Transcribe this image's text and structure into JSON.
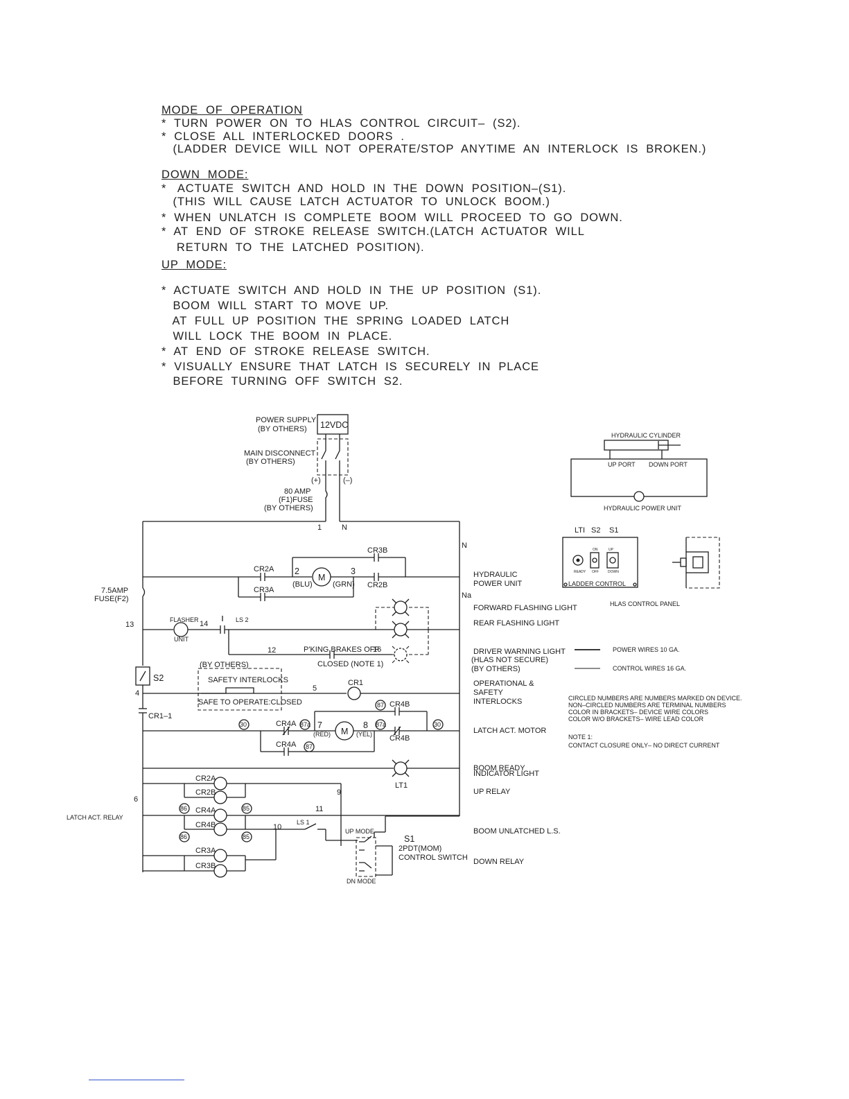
{
  "notes": {
    "lines": [
      "MODE  OF  OPERATION",
      "*  TURN  POWER  ON  TO  HLAS  CONTROL  CIRCUIT–  (S2).",
      "*  CLOSE  ALL  INTERLOCKED  DOORS  .",
      "   (LADDER  DEVICE  WILL  NOT  OPERATE/STOP  ANYTIME  AN  INTERLOCK  IS  BROKEN.)",
      "DOWN  MODE:",
      "*   ACTUATE  SWITCH  AND  HOLD  IN  THE  DOWN  POSITION–(S1).",
      "   (THIS  WILL  CAUSE  LATCH  ACTUATOR  TO  UNLOCK  BOOM.)",
      "*  WHEN  UNLATCH  IS  COMPLETE  BOOM  WILL  PROCEED  TO  GO  DOWN.",
      "*  AT  END  OF  STROKE  RELEASE  SWITCH.(LATCH  ACTUATOR  WILL",
      "    RETURN  TO  THE  LATCHED  POSITION).",
      "UP  MODE:",
      "*  ACTUATE  SWITCH  AND  HOLD  IN  THE  UP  POSITION  (S1).",
      "   BOOM  WILL  START  TO  MOVE  UP.",
      "   AT  FULL  UP  POSITION  THE  SPRING  LOADED  LATCH",
      "   WILL  LOCK  THE  BOOM  IN  PLACE.",
      "*  AT  END  OF  STROKE  RELEASE  SWITCH.",
      "*  VISUALLY  ENSURE  THAT  LATCH  IS  SECURELY  IN  PLACE",
      "   BEFORE  TURNING  OFF  SWITCH  S2."
    ]
  },
  "diagram": {
    "power_supply": "POWER  SUPPLY",
    "by_others": "(BY  OTHERS)",
    "vdc": "12VDC",
    "main_disconnect": "MAIN  DISCONNECT",
    "plus": "(+)",
    "minus": "(–)",
    "amp80": "80  AMP",
    "f1fuse": "(F1)FUSE",
    "node1": "1",
    "nodeN": "N",
    "n_right": "N",
    "na": "Na",
    "fuse75": "7.5AMP",
    "fuse_f2": "FUSE(F2)",
    "n13": "13",
    "n14": "14",
    "flasher": "FLASHER",
    "unit": "UNIT",
    "ls2": "LS  2",
    "n12": "12",
    "pking": "P'KING  BRAKES  OFF",
    "n16": "16",
    "closed_note": "CLOSED  (NOTE  1)",
    "s2": "S2",
    "n4": "4",
    "by_others2": "(BY  OTHERS)",
    "safety_interlocks": "SAFETY  INTERLOCKS",
    "safe_to_operate": "SAFE  TO  OPERATE:CLOSED",
    "n5": "5",
    "cr1": "CR1",
    "cr1_1": "CR1–1",
    "cr2a": "CR2A",
    "cr2b": "CR2B",
    "cr3a": "CR3A",
    "cr3b": "CR3B",
    "cr4a": "CR4A",
    "cr4b": "CR4B",
    "m": "M",
    "n2": "2",
    "n3": "3",
    "n7": "7",
    "n8": "8",
    "blu": "(BLU)",
    "grn": "(GRN)",
    "red": "(RED)",
    "yel": "(YEL)",
    "c30": "30",
    "c87": "87",
    "c87a": "87a",
    "c86": "86",
    "c85": "85",
    "n6": "6",
    "n9": "9",
    "n10": "10",
    "n11": "11",
    "ls1": "LS  1",
    "lt1": "LT1",
    "latch_act_relay": "LATCH  ACT.  RELAY",
    "up_mode": "UP  MODE",
    "dn_mode": "DN  MODE",
    "s1": "S1",
    "pdt": "2PDT(MOM)",
    "control_switch": "CONTROL  SWITCH",
    "right_labels": {
      "hydraulic": "HYDRAULIC",
      "power_unit": "POWER  UNIT",
      "fwd_light": "FORWARD  FLASHING  LIGHT",
      "rear_light": "REAR  FLASHING  LIGHT",
      "driver_warning": "DRIVER  WARNING  LIGHT",
      "hlas_not_secure": "(HLAS  NOT  SECURE)",
      "by_others": "(BY  OTHERS)",
      "operational": "OPERATIONAL  &",
      "safety": "SAFETY",
      "interlocks": "INTERLOCKS",
      "latch_motor": "LATCH  ACT.  MOTOR",
      "boom_ready": "BOOM  READY",
      "indicator_light": "INDICATOR  LIGHT",
      "up_relay": "UP  RELAY",
      "boom_unlatched": "BOOM  UNLATCHED  L.S.",
      "down_relay": "DOWN  RELAY"
    },
    "hyd_cylinder": "HYDRAULIC  CYLINDER",
    "up_port": "UP  PORT",
    "down_port": "DOWN  PORT",
    "hyd_power_unit": "HYDRAULIC  POWER  UNIT",
    "panel": {
      "lti": "LTI",
      "s2": "S2",
      "s1": "S1",
      "on": "ON",
      "off": "OFF",
      "up": "UP",
      "down": "DOWN",
      "ready": "READY",
      "ladder_control": "LADDER  CONTROL",
      "caption": "HLAS  CONTROL  PANEL"
    },
    "legend": {
      "power": "POWER  WIRES  10  GA.",
      "control": "CONTROL  WIRES  16  GA."
    },
    "info": [
      "CIRCLED  NUMBERS  ARE  NUMBERS  MARKED  ON  DEVICE.",
      "NON–CIRCLED  NUMBERS  ARE  TERMINAL  NUMBERS",
      "COLOR  IN  BRACKETS–  DEVICE  WIRE  COLORS",
      "COLOR  W/O  BRACKETS–  WIRE  LEAD  COLOR"
    ],
    "note1_title": "NOTE  1:",
    "note1_text": "CONTACT  CLOSURE  ONLY–  NO  DIRECT  CURRENT"
  }
}
